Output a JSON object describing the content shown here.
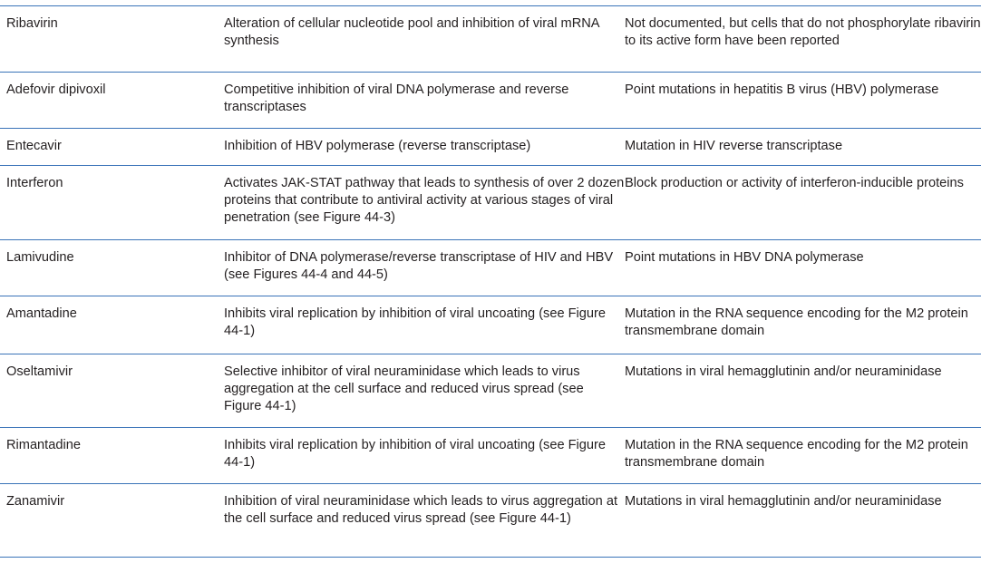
{
  "table": {
    "rows": [
      {
        "drug": "Ribavirin",
        "mechanism": "Alteration of cellular nucleotide pool and inhibition of viral mRNA synthesis",
        "resistance": "Not documented, but cells that do not phosphorylate ribavirin to its active form have been reported"
      },
      {
        "drug": "Adefovir dipivoxil",
        "mechanism": "Competitive inhibition of viral DNA polymerase and reverse transcriptases",
        "resistance": "Point mutations in hepatitis B virus (HBV) polymerase"
      },
      {
        "drug": "Entecavir",
        "mechanism": "Inhibition of HBV polymerase (reverse transcriptase)",
        "resistance": "Mutation in HIV reverse transcriptase"
      },
      {
        "drug": "Interferon",
        "mechanism": "Activates JAK-STAT pathway that leads to synthesis of over 2 dozen proteins that contribute to antiviral activity at various stages of viral penetration (see Figure 44-3)",
        "resistance": "Block production or activity of interferon-inducible proteins"
      },
      {
        "drug": "Lamivudine",
        "mechanism": "Inhibitor of DNA polymerase/reverse transcriptase of HIV and HBV (see Figures 44-4 and 44-5)",
        "resistance": "Point mutations in HBV DNA polymerase"
      },
      {
        "drug": "Amantadine",
        "mechanism": "Inhibits viral replication by inhibition of viral uncoating (see Figure 44-1)",
        "resistance": "Mutation in the RNA sequence encoding for the M2 protein transmembrane domain"
      },
      {
        "drug": "Oseltamivir",
        "mechanism": "Selective inhibitor of viral neuraminidase which leads to virus aggregation at the cell surface and reduced virus spread (see Figure 44-1)",
        "resistance": "Mutations in viral hemagglutinin and/or neuraminidase"
      },
      {
        "drug": "Rimantadine",
        "mechanism": "Inhibits viral replication by inhibition of viral uncoating (see Figure 44-1)",
        "resistance": "Mutation in the RNA sequence encoding for the M2 protein transmembrane domain"
      },
      {
        "drug": "Zanamivir",
        "mechanism": "Inhibition of viral neuraminidase which leads to virus aggregation at the cell surface and reduced virus spread (see Figure 44-1)",
        "resistance": "Mutations in viral hemagglutinin and/or neuraminidase"
      }
    ]
  }
}
